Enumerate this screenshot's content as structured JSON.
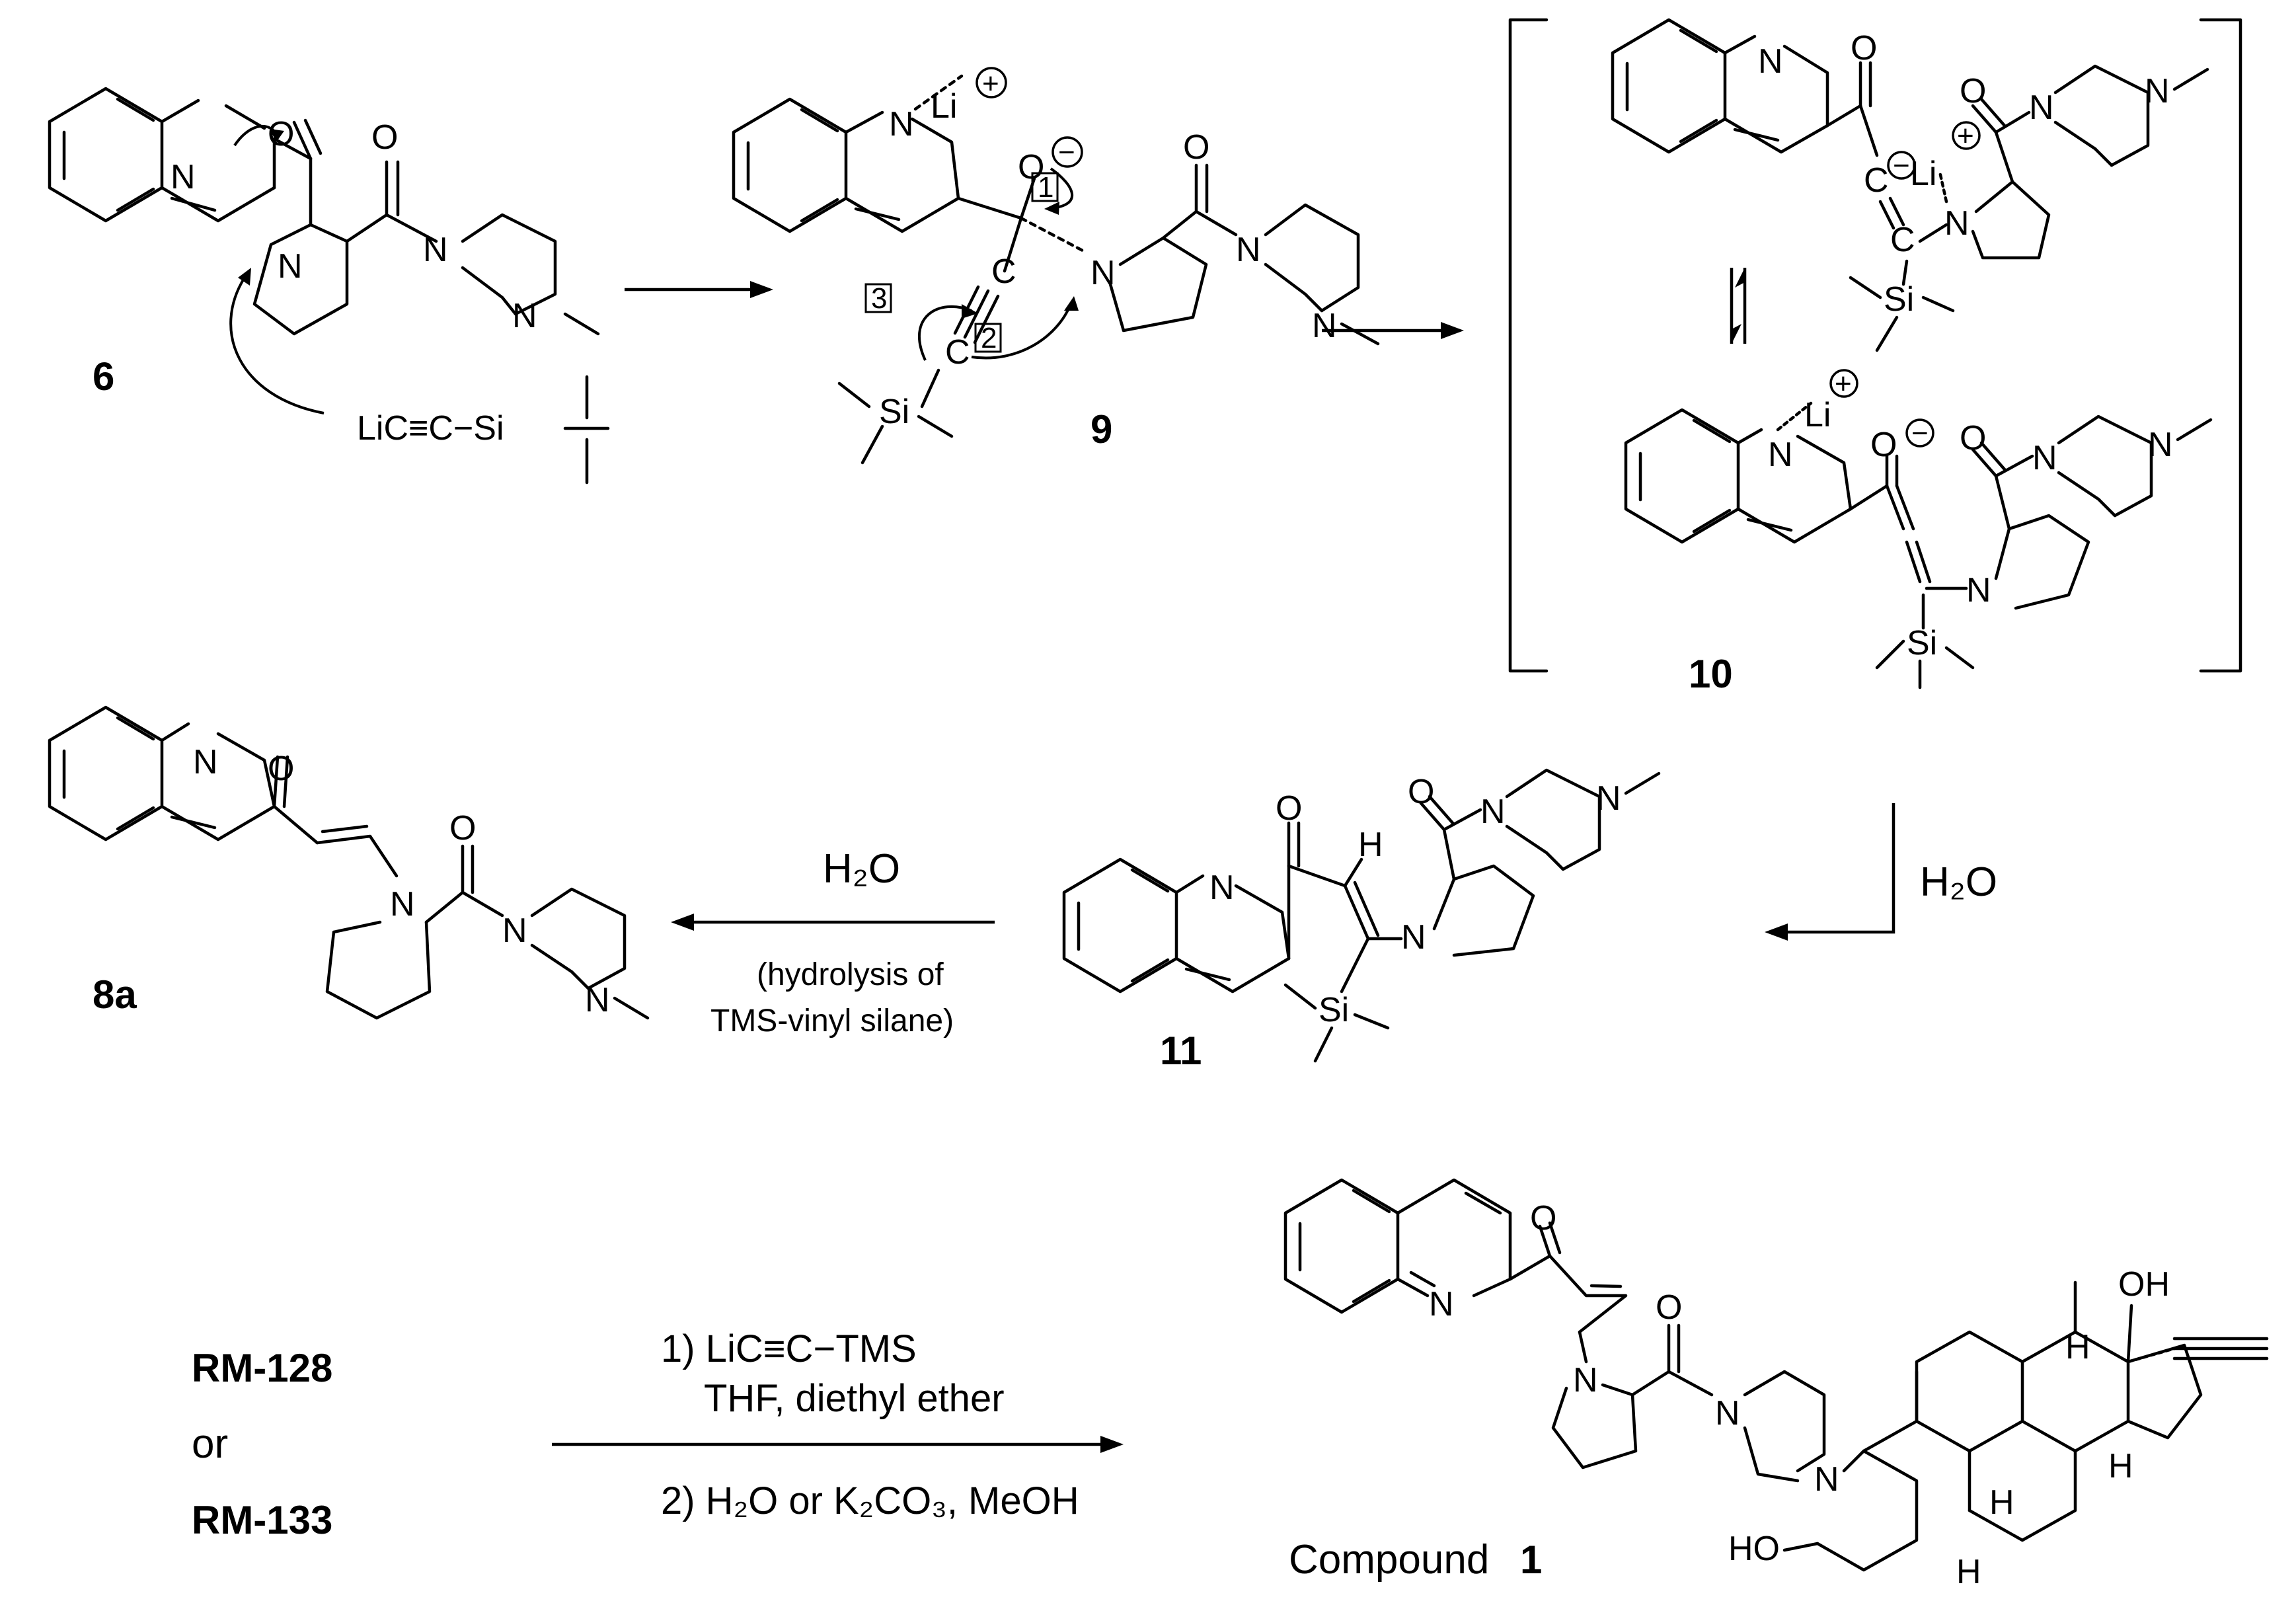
{
  "compounds": {
    "c6": "6",
    "c9": "9",
    "c10": "10",
    "c11": "11",
    "c8a": "8a",
    "c1_prefix": "Compound ",
    "c1_num": "1"
  },
  "reagents": {
    "acetylide": "LiC≡C−Si",
    "rm128": "RM-128",
    "or": "or",
    "rm133": "RM-133"
  },
  "conditions": {
    "water_hydrolysis": "H₂O",
    "hydrolysis_note_1": "(hydrolysis of",
    "hydrolysis_note_2": "TMS-vinyl silane)",
    "water_10_to_11": "H₂O",
    "step1": "1) LiC≡C−TMS",
    "step1_solvent": "THF, diethyl ether",
    "step2": "2) H₂O or K₂CO₃, MeOH"
  },
  "arrow_steps": {
    "s1": "1",
    "s2": "2",
    "s3": "3"
  },
  "atoms": {
    "N": "N",
    "O": "O",
    "Li": "Li",
    "C": "C",
    "Si": "Si",
    "H": "H",
    "OH": "OH",
    "HO": "HO",
    "plus": "+",
    "minus": "−"
  }
}
